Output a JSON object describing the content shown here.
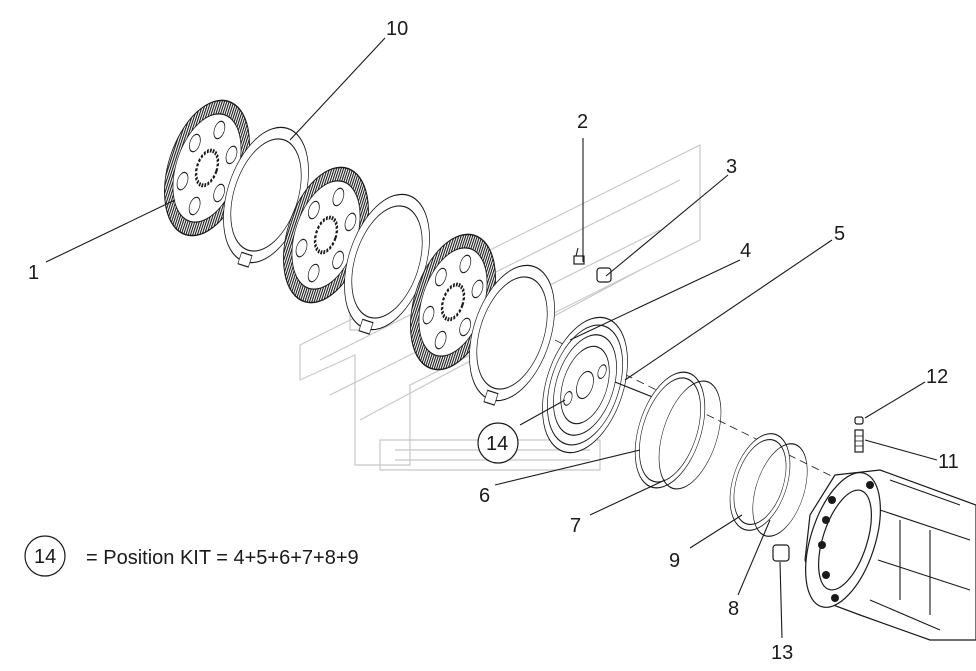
{
  "callouts": {
    "c1": "1",
    "c2": "2",
    "c3": "3",
    "c4": "4",
    "c5": "5",
    "c6": "6",
    "c7": "7",
    "c8": "8",
    "c9": "9",
    "c10": "10",
    "c11": "11",
    "c12": "12",
    "c13": "13",
    "c14": "14"
  },
  "legend": {
    "badge": "14",
    "text": "= Position KIT = 4+5+6+7+8+9"
  }
}
